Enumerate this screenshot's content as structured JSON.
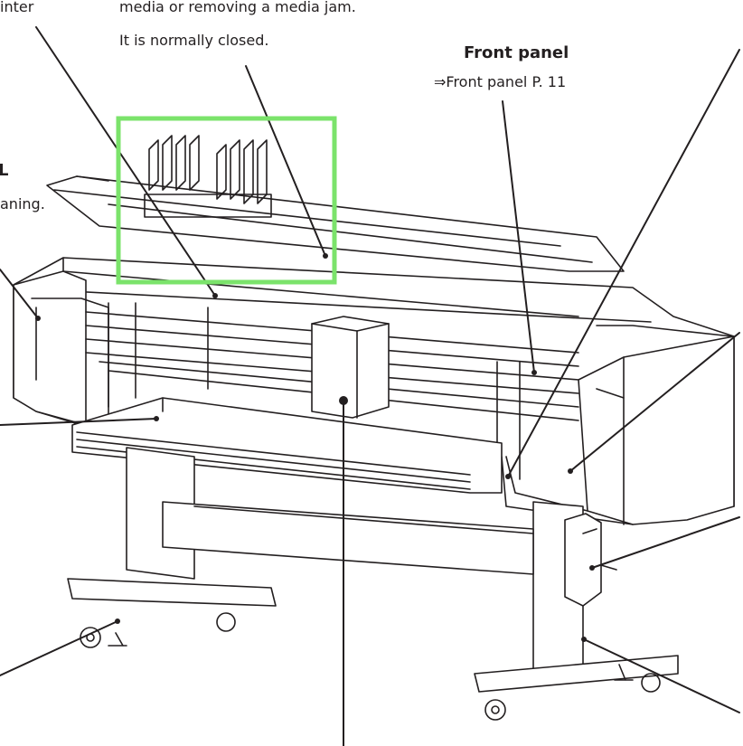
{
  "labels": {
    "frag_top_left": "inter",
    "front_cover_desc_1": "media or removing a media jam.",
    "front_cover_desc_2": "It is normally closed.",
    "front_panel_title": "Front panel",
    "front_panel_ref": "⇒Front panel P. 11",
    "frag_left_bold": "L",
    "frag_left_text": "aning."
  },
  "colors": {
    "line": "#231f20",
    "highlight": "#7be36b"
  }
}
